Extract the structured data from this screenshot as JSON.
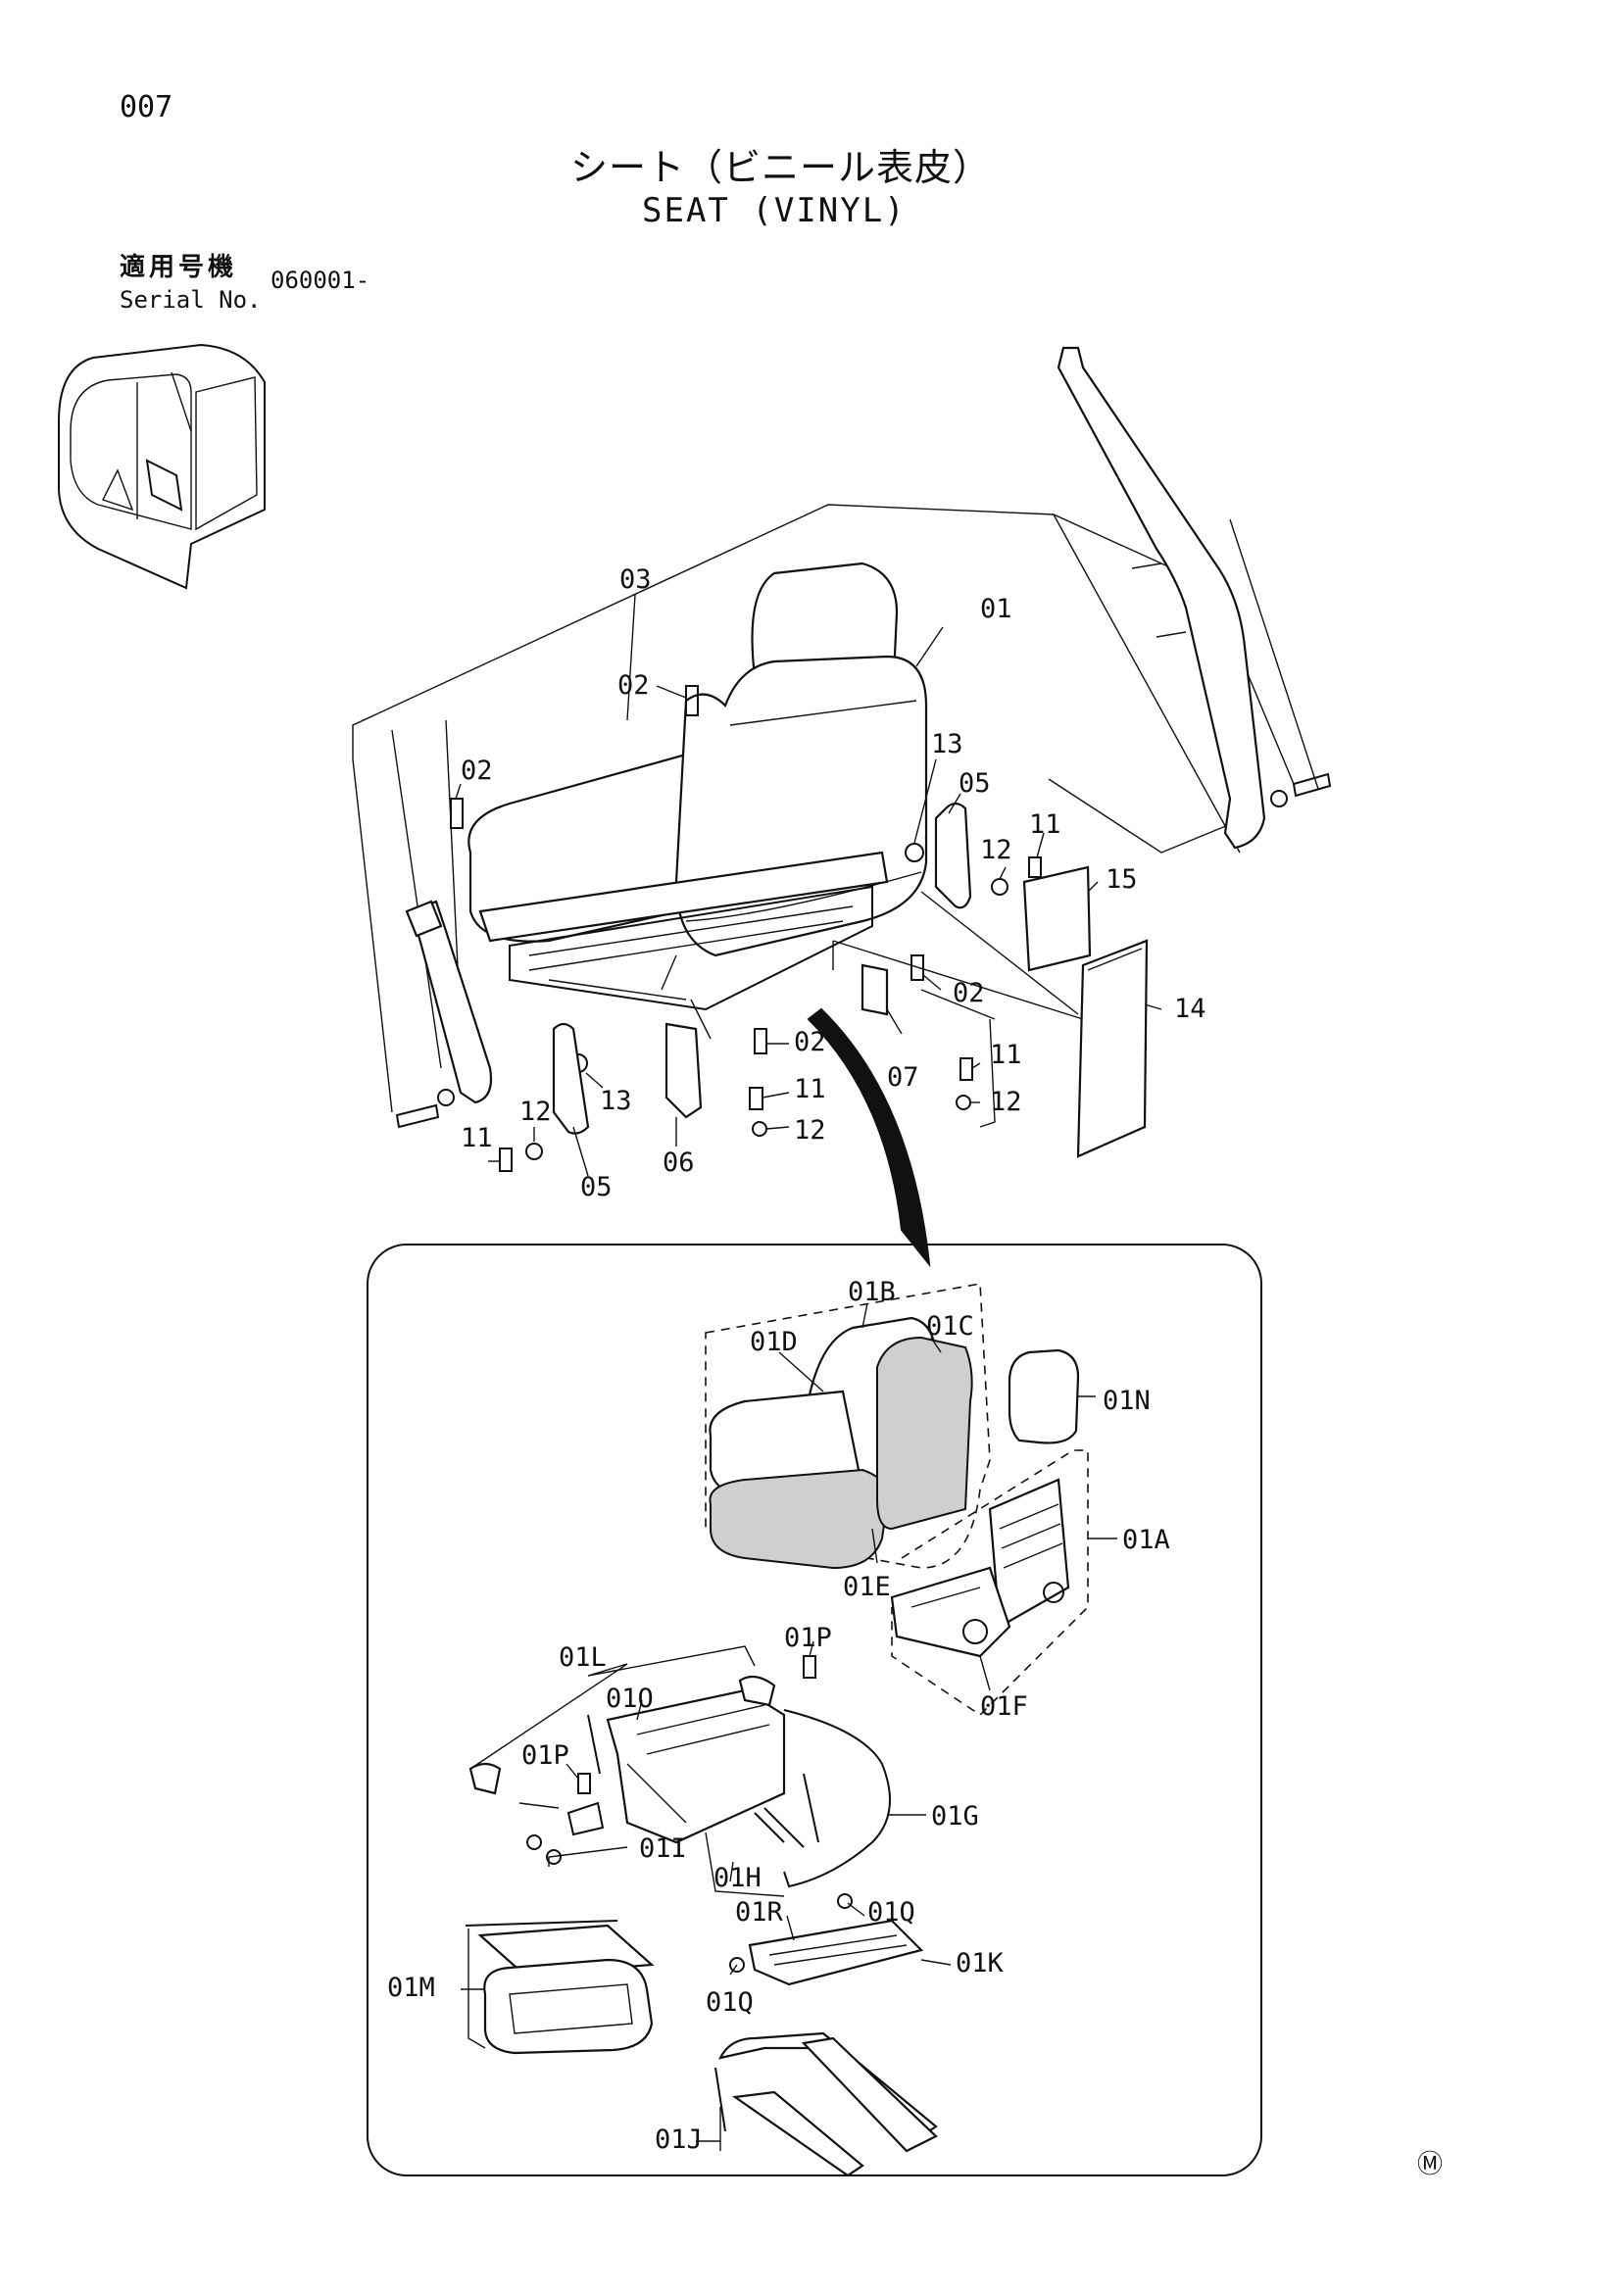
{
  "page_number": "007",
  "title_ja": "シート（ビニール表皮）",
  "title_en": "SEAT (VINYL)",
  "serial": {
    "label_ja": "適用号機",
    "label_en": "Serial No.",
    "value": "060001-"
  },
  "maker_mark": "Ⓜ",
  "callouts": {
    "c03": "03",
    "c01": "01",
    "c02a": "02",
    "c02b": "02",
    "c02c": "02",
    "c02d": "02",
    "c13a": "13",
    "c05a": "05",
    "c11a": "11",
    "c12a": "12",
    "c15": "15",
    "c14": "14",
    "c07": "07",
    "c11b": "11",
    "c12b": "12",
    "c11c": "11",
    "c12c": "12",
    "c06": "06",
    "c13b": "13",
    "c12d": "12",
    "c11d": "11",
    "c05b": "05",
    "c01b": "01B",
    "c01c": "01C",
    "c01d": "01D",
    "c01n": "01N",
    "c01a": "01A",
    "c01e": "01E",
    "c01f": "01F",
    "c01p_top": "01P",
    "c01l": "01L",
    "c01o": "01O",
    "c01p_left": "01P",
    "c01g": "01G",
    "c01i": "01I",
    "c01h": "01H",
    "c01r": "01R",
    "c01q_right": "01Q",
    "c01k": "01K",
    "c01m": "01M",
    "c01q_bottom": "01Q",
    "c01j": "01J"
  }
}
